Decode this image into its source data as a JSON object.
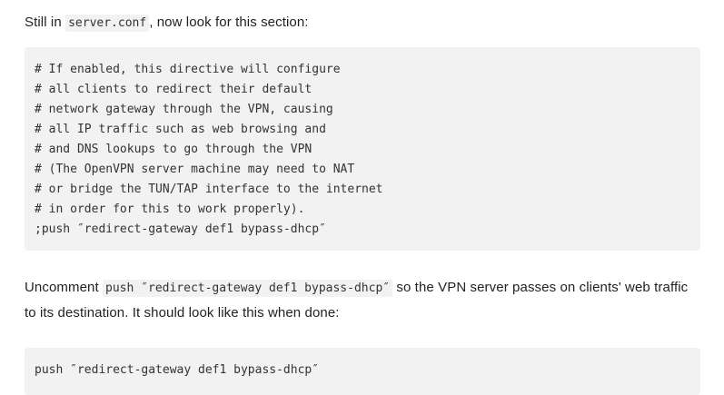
{
  "document": {
    "intro_paragraph": {
      "before_code": "Still in ",
      "code": "server.conf",
      "after_code": ", now look for this section:"
    },
    "code_block_section": "# If enabled, this directive will configure\n# all clients to redirect their default\n# network gateway through the VPN, causing\n# all IP traffic such as web browsing and\n# and DNS lookups to go through the VPN\n# (The OpenVPN server machine may need to NAT\n# or bridge the TUN/TAP interface to the internet\n# in order for this to work properly).\n;push ″redirect-gateway def1 bypass-dhcp″",
    "uncomment_paragraph": {
      "before_code": "Uncomment ",
      "code": "push ″redirect-gateway def1 bypass-dhcp″",
      "after_code": " so the VPN server passes on clients' web traffic to its destination. It should look like this when done:"
    },
    "code_block_result": "push ″redirect-gateway def1 bypass-dhcp″"
  },
  "theme": {
    "page_background": "#ffffff",
    "code_background": "#f2f2f2",
    "text_color": "#222222",
    "code_text_color": "#333333"
  }
}
